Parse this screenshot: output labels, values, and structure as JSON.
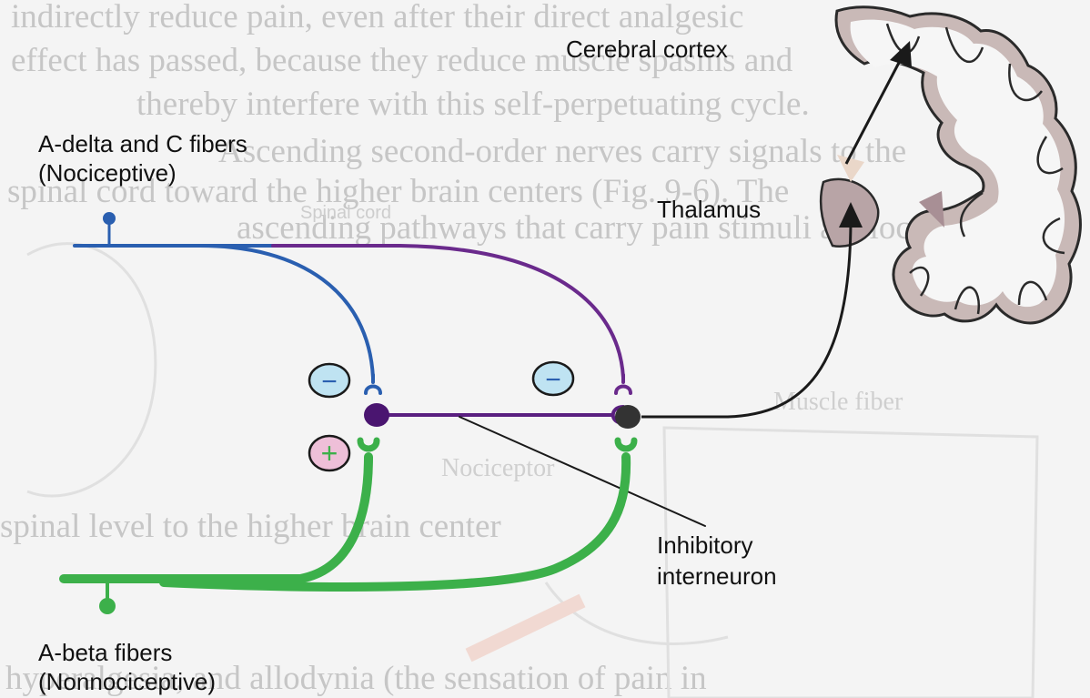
{
  "labels": {
    "cerebral_cortex": "Cerebral cortex",
    "thalamus": "Thalamus",
    "nociceptive_title": "A-delta and C fibers",
    "nociceptive_sub": "(Nociceptive)",
    "inhibitory_line1": "Inhibitory",
    "inhibitory_line2": "interneuron",
    "nonnociceptive_title": "A-beta fibers",
    "nonnociceptive_sub": "(Nonnociceptive)"
  },
  "signs": {
    "minus_left": "−",
    "minus_right": "−",
    "plus_left": "+"
  },
  "background_text": {
    "line1": "indirectly reduce pain, even after their direct analgesic",
    "line2": "effect has passed, because they reduce muscle spasms and",
    "line3": "thereby interfere with this self-perpetuating cycle.",
    "line4": "Ascending second-order nerves carry signals to the",
    "line5": "spinal cord toward the higher brain centers (Fig. 9-6). The",
    "line6": "ascending pathways that carry pain stimuli are located",
    "spinal_cord": "Spinal cord",
    "muscle_fiber": "Muscle fiber",
    "nociceptor": "Nociceptor",
    "spinal_level": "spinal level to the higher brain center",
    "bottom_line": "hyperalgesia, and allodynia (the sensation of pain in"
  },
  "colors": {
    "nociceptive_fiber": "#2a5fb0",
    "nociceptive_branch": "#6a2a8c",
    "nonnociceptive_fiber": "#3cb04a",
    "interneuron": "#5a1f80",
    "projection_neuron": "#333333",
    "minus_fill": "#bfe3f2",
    "plus_fill": "#eebfd8",
    "brain_fill": "#c9b9b7",
    "background": "#f4f4f4"
  }
}
